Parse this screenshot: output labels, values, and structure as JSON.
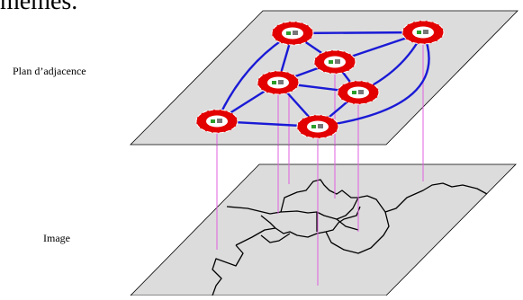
{
  "heading_fragment": "mêmes.",
  "labels": {
    "top_plane": "Plan d’adjacence",
    "bottom_plane": "Image"
  },
  "colors": {
    "plane_fill": "#dcdcdc",
    "plane_stroke": "#000000",
    "edge": "#1a1ad6",
    "node": "#e30000",
    "projection": "#e060e0",
    "region_border": "#000000"
  },
  "graph": {
    "nodes": [
      "n1",
      "n2",
      "n3",
      "n4",
      "n5",
      "n6",
      "n7"
    ],
    "edges": [
      [
        "n1",
        "n2"
      ],
      [
        "n1",
        "n3"
      ],
      [
        "n1",
        "n4"
      ],
      [
        "n2",
        "n3"
      ],
      [
        "n2",
        "n5"
      ],
      [
        "n2",
        "n7"
      ],
      [
        "n3",
        "n4"
      ],
      [
        "n3",
        "n5"
      ],
      [
        "n4",
        "n5"
      ],
      [
        "n4",
        "n6"
      ],
      [
        "n4",
        "n7"
      ],
      [
        "n5",
        "n7"
      ],
      [
        "n6",
        "n7"
      ]
    ]
  }
}
